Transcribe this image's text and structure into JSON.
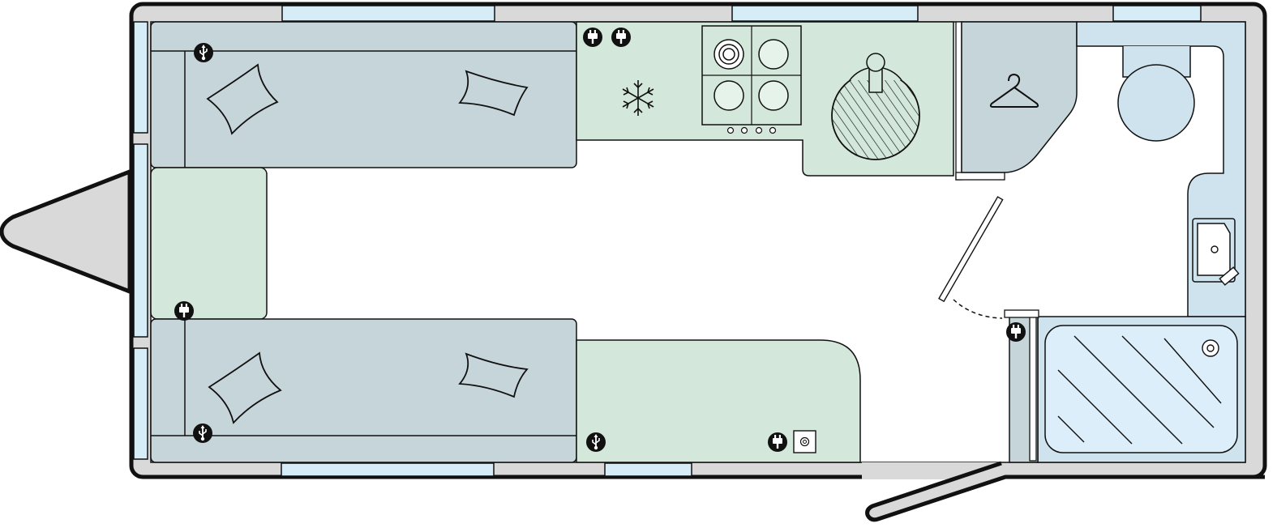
{
  "colors": {
    "outline": "#111111",
    "shell": "#d9d9d9",
    "window": "#d6ecf7",
    "seat": "#c5d5da",
    "galley": "#d3e8db",
    "washroom": "#cfe3ef",
    "shower_tray": "#dbeefa",
    "floor": "#ffffff",
    "icon_dark": "#111111"
  },
  "icons": {
    "socket": "plug-socket-icon",
    "usb": "usb-icon",
    "fridge": "snowflake-icon",
    "wardrobe": "hanger-icon",
    "hob": "hob-icon",
    "oven": "oven-icon",
    "sink": "sink-icon",
    "shower": "shower-icon",
    "tv": "tv-point-icon"
  },
  "zones": [
    "front-lounge",
    "galley",
    "wardrobe",
    "washroom",
    "entrance-door"
  ],
  "outlets": {
    "socket_count": 5,
    "usb_count": 3,
    "tv_point_count": 1
  }
}
